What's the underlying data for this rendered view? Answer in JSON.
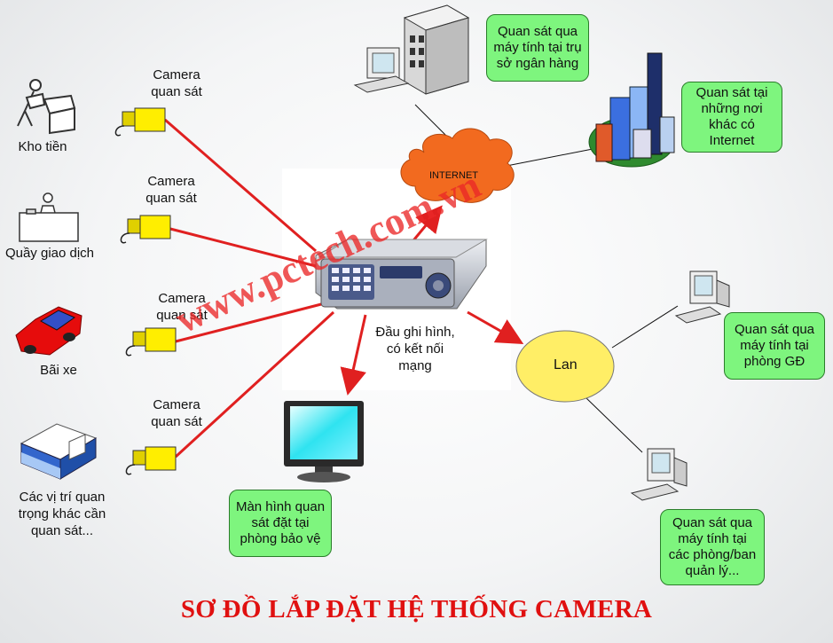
{
  "title": "SƠ ĐỒ LẮP ĐẶT HỆ THỐNG CAMERA",
  "watermark": "www.pctech.com.vn",
  "locations": {
    "kho_tien": "Kho tiền",
    "quay_giao_dich": "Quầy giao dịch",
    "bai_xe": "Bãi xe",
    "cac_vi_tri": [
      "Các vị trí quan",
      "trọng khác cần",
      "quan sát..."
    ]
  },
  "cameras": [
    {
      "line1": "Camera",
      "line2": "quan sát"
    },
    {
      "line1": "Camera",
      "line2": "quan sát"
    },
    {
      "line1": "Camera",
      "line2": "quan sát"
    },
    {
      "line1": "Camera",
      "line2": "quan sát"
    }
  ],
  "recorder": {
    "line1": "Đầu ghi hình,",
    "line2": "có kết nối",
    "line3": "mạng"
  },
  "internet": "INTERNET",
  "lan": "Lan",
  "notes": {
    "bank": [
      "Quan sát qua",
      "máy tính tại trụ",
      "sở ngân hàng"
    ],
    "internet": [
      "Quan sát tại",
      "những nơi",
      "khác có",
      "Internet"
    ],
    "director": [
      "Quan sát qua",
      "máy tính tại",
      "phòng GĐ"
    ],
    "management": [
      "Quan sát qua",
      "máy tính tại",
      "các phòng/ban",
      "quản lý..."
    ],
    "monitor": [
      "Màn hình quan",
      "sát đặt tại",
      "phòng bảo vệ"
    ]
  },
  "colors": {
    "link": "#e02020",
    "note_bg": "#7ef57e",
    "cloud": "#f06a1e",
    "lan": "#ffee66",
    "camera": "#ffee00",
    "title": "#e01010"
  }
}
